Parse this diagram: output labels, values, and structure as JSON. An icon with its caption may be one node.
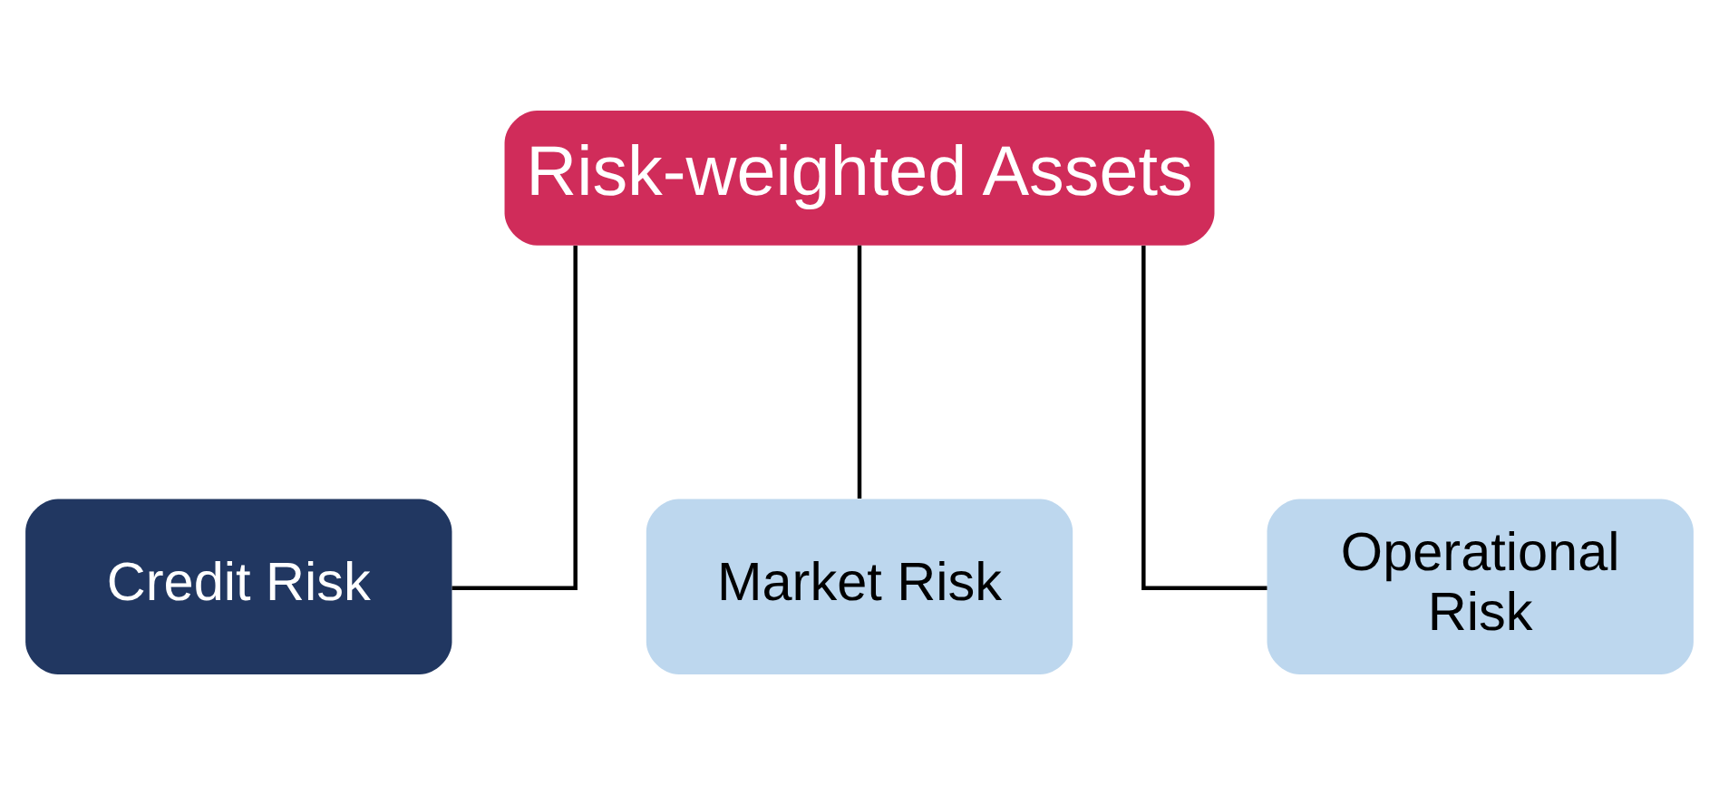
{
  "diagram": {
    "nodes": [
      {
        "text": [
          "Risk-weighted Assets"
        ]
      },
      {
        "text": [
          "Credit Risk"
        ]
      },
      {
        "text": [
          "Market Risk"
        ]
      },
      {
        "text": [
          "Operational Risk"
        ]
      }
    ],
    "edges": [
      {
        "from": 0,
        "to": 1,
        "arrow": "none"
      },
      {
        "from": 0,
        "to": 2,
        "arrow": "none"
      },
      {
        "from": 0,
        "to": 3,
        "arrow": "none"
      }
    ]
  }
}
